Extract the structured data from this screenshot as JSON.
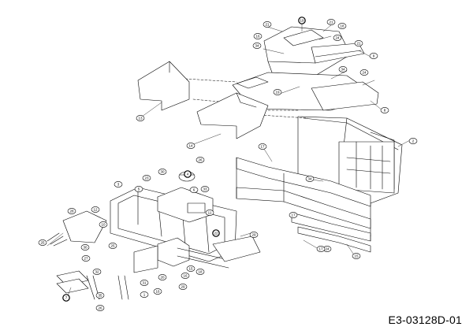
{
  "drawing_code": "E3-03128D-01",
  "callouts": [
    {
      "id": "c21a",
      "label": "21"
    },
    {
      "id": "c19a",
      "label": "19"
    },
    {
      "id": "c21b",
      "label": "21"
    },
    {
      "id": "c18a",
      "label": "18"
    },
    {
      "id": "c16a",
      "label": "16"
    },
    {
      "id": "c24a",
      "label": "24"
    },
    {
      "id": "c21c",
      "label": "21"
    },
    {
      "id": "c9",
      "label": "9"
    },
    {
      "id": "c34a",
      "label": "34"
    },
    {
      "id": "c24b",
      "label": "24"
    },
    {
      "id": "c34b",
      "label": "34"
    },
    {
      "id": "c19b",
      "label": "19"
    },
    {
      "id": "c8",
      "label": "8"
    },
    {
      "id": "c13",
      "label": "13"
    },
    {
      "id": "c14",
      "label": "14"
    },
    {
      "id": "c2",
      "label": "2"
    },
    {
      "id": "c17a",
      "label": "17"
    },
    {
      "id": "c26a",
      "label": "26"
    },
    {
      "id": "c4",
      "label": "4"
    },
    {
      "id": "c30a",
      "label": "30"
    },
    {
      "id": "c23",
      "label": "23"
    },
    {
      "id": "c3",
      "label": "3"
    },
    {
      "id": "c5",
      "label": "5"
    },
    {
      "id": "c6",
      "label": "6"
    },
    {
      "id": "c33",
      "label": "33"
    },
    {
      "id": "c34c",
      "label": "34"
    },
    {
      "id": "c28a",
      "label": "28"
    },
    {
      "id": "c12",
      "label": "12"
    },
    {
      "id": "c25a",
      "label": "25"
    },
    {
      "id": "c10",
      "label": "10"
    },
    {
      "id": "c29a",
      "label": "29"
    },
    {
      "id": "c11",
      "label": "11"
    },
    {
      "id": "c22",
      "label": "22"
    },
    {
      "id": "c25b",
      "label": "25"
    },
    {
      "id": "c30b",
      "label": "30"
    },
    {
      "id": "c20",
      "label": "20"
    },
    {
      "id": "c31",
      "label": "31"
    },
    {
      "id": "c27",
      "label": "27"
    },
    {
      "id": "c1",
      "label": "1"
    },
    {
      "id": "c32",
      "label": "32"
    },
    {
      "id": "c29b",
      "label": "29"
    },
    {
      "id": "c15a",
      "label": "15"
    },
    {
      "id": "c16b",
      "label": "16"
    },
    {
      "id": "c18b",
      "label": "18"
    },
    {
      "id": "c7",
      "label": "7"
    },
    {
      "id": "c35",
      "label": "35"
    },
    {
      "id": "c26b",
      "label": "26"
    },
    {
      "id": "c16c",
      "label": "16"
    },
    {
      "id": "c24c",
      "label": "24"
    },
    {
      "id": "c17b",
      "label": "17"
    },
    {
      "id": "c17c",
      "label": "17"
    },
    {
      "id": "c15b",
      "label": "15"
    }
  ]
}
